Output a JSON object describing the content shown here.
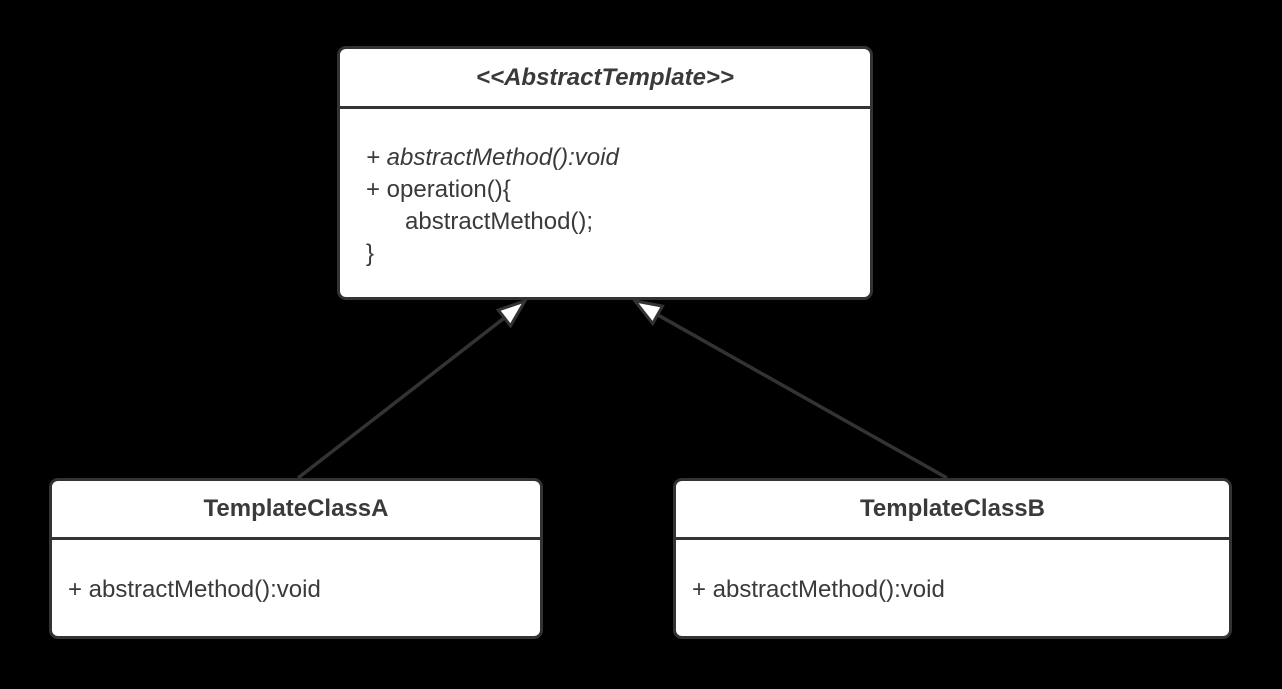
{
  "colors": {
    "background": "#000000",
    "node_fill": "#ffffff",
    "stroke": "#333333",
    "text": "#3a3a3a"
  },
  "abstract_template": {
    "stereotype": "<<AbstractTemplate>>",
    "body_lines": [
      "+ abstractMethod():void",
      "+ operation(){",
      "abstractMethod();",
      "}"
    ]
  },
  "template_class_a": {
    "name": "TemplateClassA",
    "methods": [
      "+ abstractMethod():void"
    ]
  },
  "template_class_b": {
    "name": "TemplateClassB",
    "methods": [
      "+ abstractMethod():void"
    ]
  },
  "relations": [
    {
      "from": "TemplateClassA",
      "to": "AbstractTemplate",
      "type": "generalization"
    },
    {
      "from": "TemplateClassB",
      "to": "AbstractTemplate",
      "type": "generalization"
    }
  ]
}
